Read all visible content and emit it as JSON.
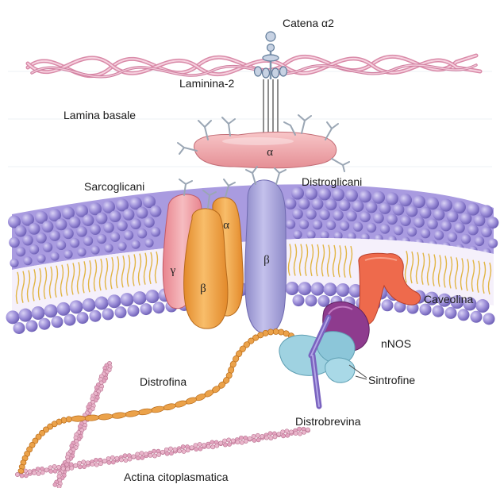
{
  "labels": {
    "catena_a2": "Catena α2",
    "laminina2": "Laminina-2",
    "lamina_basale": "Lamina basale",
    "distroglicani": "Distroglicani",
    "sarcoglicani": "Sarcoglicani",
    "caveolina": "Caveolina",
    "nnos": "nNOS",
    "sintrofine": "Sintrofine",
    "distrofina": "Distrofina",
    "distrobrevina": "Distrobrevina",
    "actina": "Actina citoplasmatica"
  },
  "greek": {
    "dg_alpha": "α",
    "dg_beta": "β",
    "sg_gamma": "γ",
    "sg_beta": "β",
    "sg_alpha": "α"
  },
  "colors": {
    "background": "#ffffff",
    "laminin": "#e8a9bf",
    "membrane_head": "#8f7fd0",
    "membrane_tail": "#e0b84a",
    "alpha_dystroglycan": "#f0a7ab",
    "beta_dystroglycan": "#a9a6db",
    "sarcoglycan_gamma": "#ee9ea6",
    "sarcoglycan_beta": "#f3a74a",
    "caveolin": "#f06a4e",
    "nnos": "#8e3b8e",
    "syntrophin": "#9ccfdf",
    "dystrobrevin": "#8a74c8",
    "dystrophin": "#e49a3a",
    "actin": "#e3a3bf"
  }
}
